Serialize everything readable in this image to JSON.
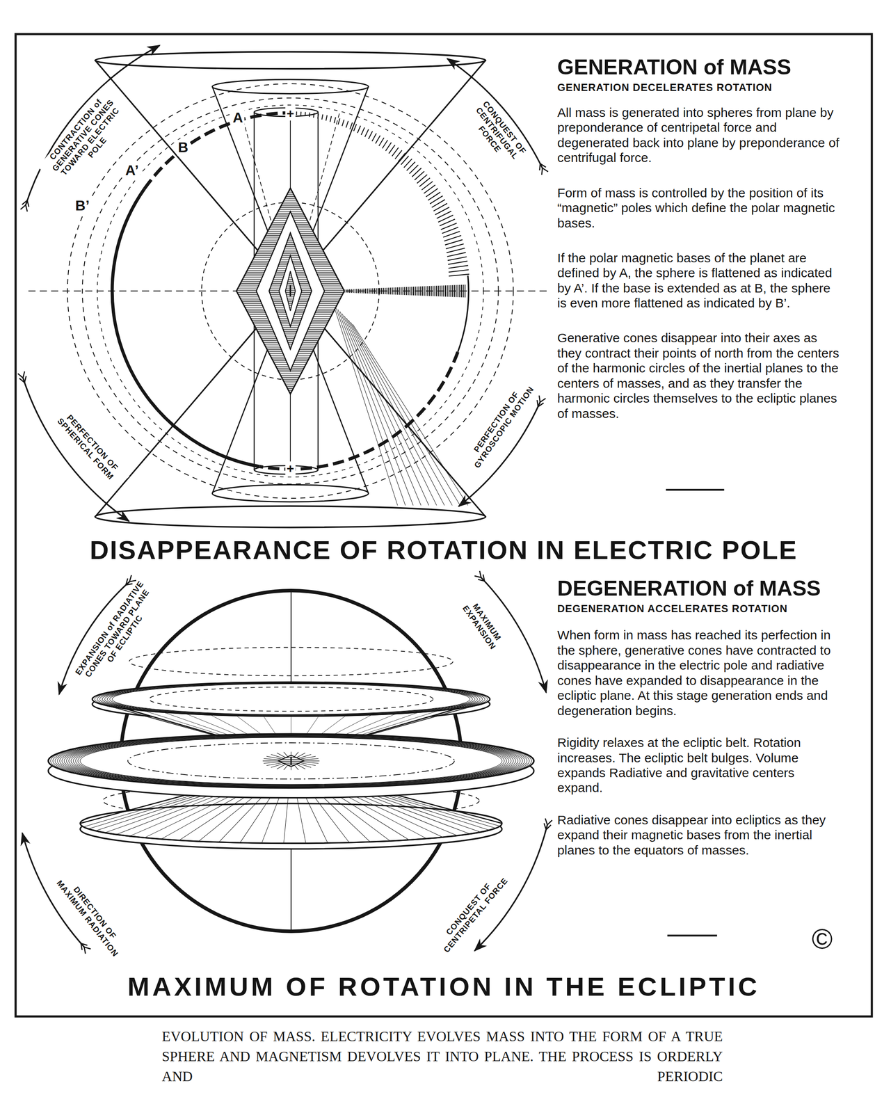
{
  "diagram": {
    "caption": "EVOLUTION OF MASS. ELECTRICITY EVOLVES MASS INTO THE FORM OF A TRUE SPHERE AND MAGNETISM DEVOLVES IT INTO PLANE. THE PROCESS IS ORDERLY AND PERIODIC",
    "labels": [
      "CONTRACTION of GENERATIVE CONES TOWARD ELECTRIC POLE",
      "A",
      "B",
      "A’",
      "B’",
      "+",
      "+",
      "CONQUEST OF CENTRIFUGAL FORCE",
      "PERFECTION OF SPHERICAL FORM",
      "PERFECTION OF GYROSCOPIC MOTION",
      "GENERATION of MASS",
      "GENERATION DECELERATES ROTATION",
      "All mass is generated into spheres from plane by preponderance of centripetal force and degenerated back into plane by preponderance of centrifugal force.",
      "Form of mass is controlled by the position of its “magnetic” poles which define the polar magnetic bases.",
      "If the polar magnetic bases of the planet are defined by A, the sphere is flattened as indicated by A’. If the base is extended as at B, the sphere is even more flattened as indicated by B’.",
      "Generative cones disappear into their axes as they contract their points of north from the centers of the harmonic circles of the inertial planes to the centers of masses, and as they transfer the harmonic circles themselves to the ecliptic planes of masses.",
      "DISAPPEARANCE OF ROTATION IN ELECTRIC POLE",
      "EXPANSION of RADIATIVE CONES TOWARD PLANE OF ECLIPTIC",
      "MAXIMUM EXPANSION",
      "DIRECTION OF MAXIMUM RADIATION",
      "CONQUEST OF CENTRIPETAL FORCE",
      "DEGENERATION of MASS",
      "DEGENERATION ACCELERATES ROTATION",
      "When form in mass has reached its perfection in the sphere, generative cones have contracted to disappearance in the electric pole and radiative cones have expanded to disappearance in the ecliptic plane. At this stage generation ends and degeneration begins.",
      "Rigidity relaxes at the ecliptic belt. Rotation increases. The ecliptic belt bulges. Volume expands Radiative and gravitative centers expand.",
      "Radiative cones disappear into ecliptics as they expand their magnetic bases from the inertial planes to the equators of masses.",
      "©",
      "MAXIMUM OF ROTATION IN THE ECLIPTIC"
    ]
  }
}
